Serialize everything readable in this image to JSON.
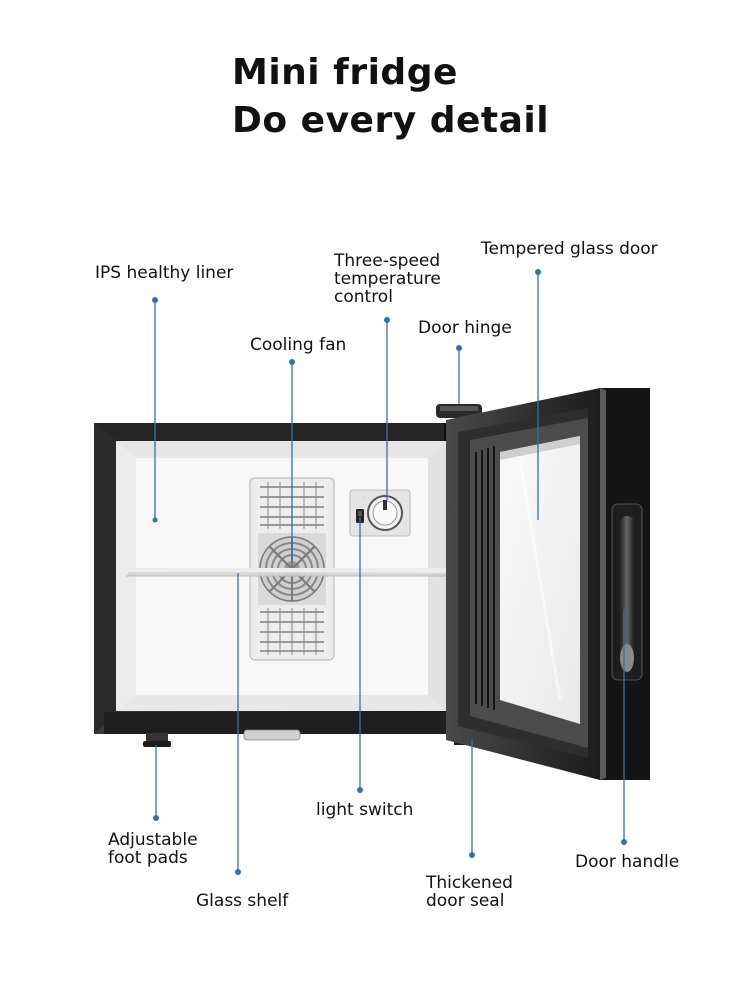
{
  "heading": {
    "line1": "Mini fridge",
    "line2": "Do every detail"
  },
  "callouts": {
    "ips_liner": "IPS healthy liner",
    "temp_control": "Three-speed\ntemperature\ncontrol",
    "glass_door": "Tempered glass door",
    "door_hinge": "Door hinge",
    "cooling_fan": "Cooling fan",
    "foot_pads": "Adjustable\nfoot pads",
    "light_switch": "light switch",
    "door_handle": "Door handle",
    "glass_shelf": "Glass shelf",
    "door_seal": "Thickened\ndoor seal"
  },
  "colors": {
    "leader": "#2f6fc0",
    "cabinet": "#1b1b1b",
    "liner": "#f3f3f3"
  }
}
